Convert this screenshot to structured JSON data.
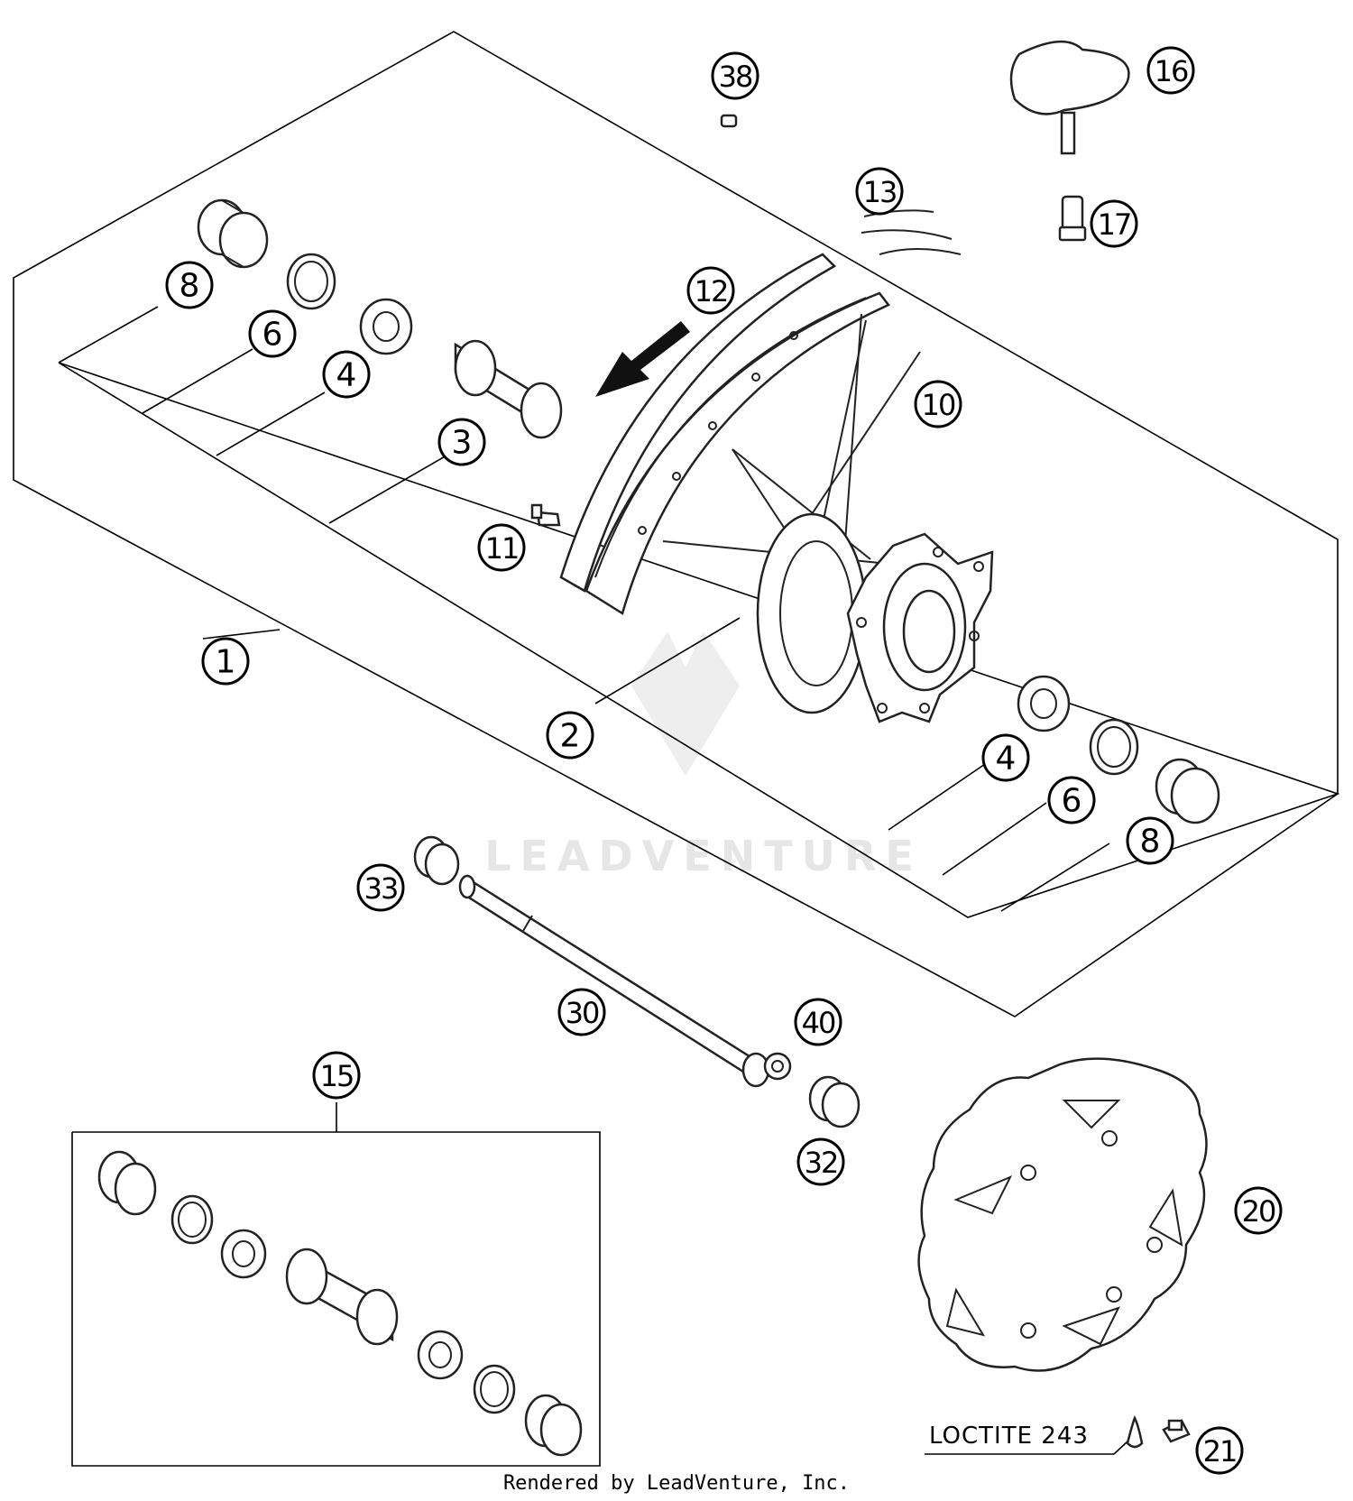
{
  "callouts": [
    {
      "id": "1",
      "label": "1"
    },
    {
      "id": "2",
      "label": "2"
    },
    {
      "id": "3",
      "label": "3"
    },
    {
      "id": "4a",
      "label": "4"
    },
    {
      "id": "4b",
      "label": "4"
    },
    {
      "id": "6a",
      "label": "6"
    },
    {
      "id": "6b",
      "label": "6"
    },
    {
      "id": "8a",
      "label": "8"
    },
    {
      "id": "8b",
      "label": "8"
    },
    {
      "id": "10",
      "label": "10"
    },
    {
      "id": "11",
      "label": "11"
    },
    {
      "id": "12",
      "label": "12"
    },
    {
      "id": "13",
      "label": "13"
    },
    {
      "id": "15",
      "label": "15"
    },
    {
      "id": "16",
      "label": "16"
    },
    {
      "id": "17",
      "label": "17"
    },
    {
      "id": "20",
      "label": "20"
    },
    {
      "id": "21",
      "label": "21"
    },
    {
      "id": "30",
      "label": "30"
    },
    {
      "id": "32",
      "label": "32"
    },
    {
      "id": "33",
      "label": "33"
    },
    {
      "id": "38",
      "label": "38"
    },
    {
      "id": "40",
      "label": "40"
    }
  ],
  "note": "LOCTITE 243",
  "watermark": "LEADVENTURE",
  "footer": "Rendered by LeadVenture, Inc."
}
